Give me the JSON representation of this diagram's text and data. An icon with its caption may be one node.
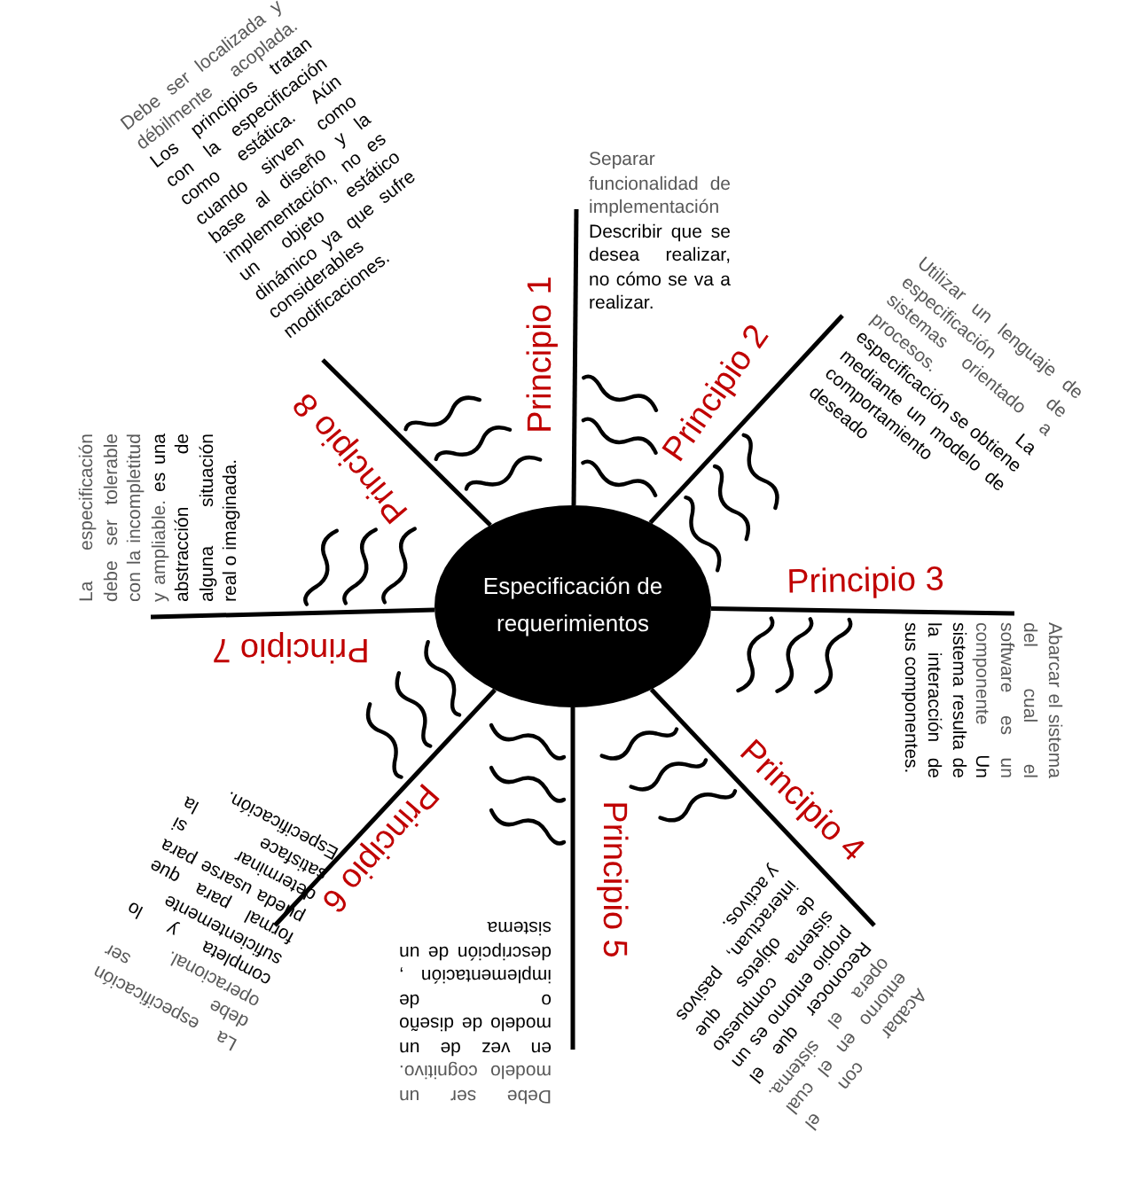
{
  "diagram": {
    "nodes": [
      {
        "text": [
          "Especificación de requerimientos"
        ]
      },
      {
        "text": [
          "Principio 1",
          "Separar funcionalidad de implementación",
          "Describir que se desea realizar, no cómo se va a realizar."
        ]
      },
      {
        "text": [
          "Principio 2",
          "Utilizar un lenguaje de especificación de sistemas orientado a procesos.",
          "La especificación se obtiene mediante un modelo de comportamiento deseado"
        ]
      },
      {
        "text": [
          "Principio 3",
          "Abarcar el sistema del cual el software es un componente",
          "Un sistema resulta de la interacción de sus componentes."
        ]
      },
      {
        "text": [
          "Principio 4",
          "Acabar con el entorno en el cual opera el sistema.",
          "Reconocer que el propio entorno es un sistema compuesto de objetos que interactuan, pasivos y activos."
        ]
      },
      {
        "text": [
          "Principio 5",
          "Debe ser un modelo cognitivo.",
          "en vez de un modelo de diseño o de implementación , descripción de un sistema"
        ]
      },
      {
        "text": [
          "Principio 6",
          "La especificación debe ser operacional.",
          "completa y lo suficientemente formal para que pueda usarse para determinar si satisface la Especificación."
        ]
      },
      {
        "text": [
          "Principio 7",
          "La especificación debe ser tolerable con la incompletitud y ampliable.",
          "es una abstracción de alguna situación real o imaginada."
        ]
      },
      {
        "text": [
          "Principio 8",
          "Debe ser localizada y débilmente acoplada.",
          "Los principios tratan con la especificación como estática. Aún cuando sirven como base al diseño y la implementación, no es un objeto estático dinámico ya que sufre considerables modificaciones."
        ]
      }
    ],
    "edges": [
      {
        "from": 0,
        "to": 1,
        "arrow": "none"
      },
      {
        "from": 0,
        "to": 2,
        "arrow": "none"
      },
      {
        "from": 0,
        "to": 3,
        "arrow": "none"
      },
      {
        "from": 0,
        "to": 4,
        "arrow": "none"
      },
      {
        "from": 0,
        "to": 5,
        "arrow": "none"
      },
      {
        "from": 0,
        "to": 6,
        "arrow": "none"
      },
      {
        "from": 0,
        "to": 7,
        "arrow": "none"
      },
      {
        "from": 0,
        "to": 8,
        "arrow": "none"
      }
    ]
  }
}
